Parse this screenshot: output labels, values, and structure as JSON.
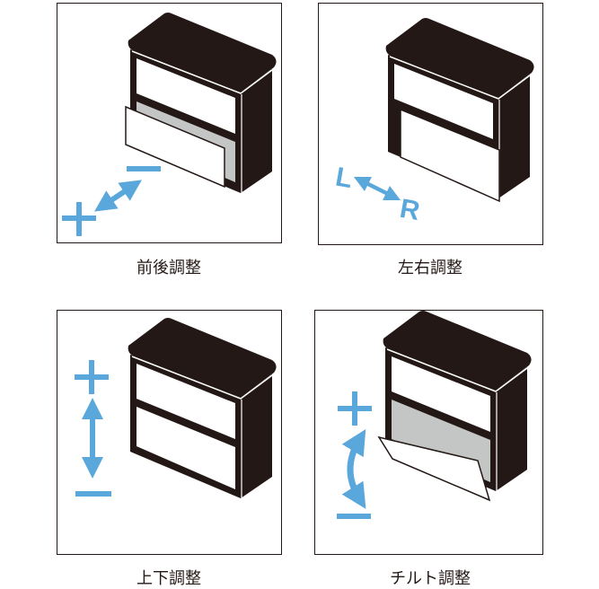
{
  "panels": [
    {
      "label": "前後調整"
    },
    {
      "label": "左右調整",
      "left_letter": "L",
      "right_letter": "R"
    },
    {
      "label": "上下調整"
    },
    {
      "label": "チルト調整"
    }
  ],
  "colors": {
    "accent": "#5aa7dc",
    "cabinet": "#231815",
    "drawer_inner": "#c4c6c5"
  }
}
